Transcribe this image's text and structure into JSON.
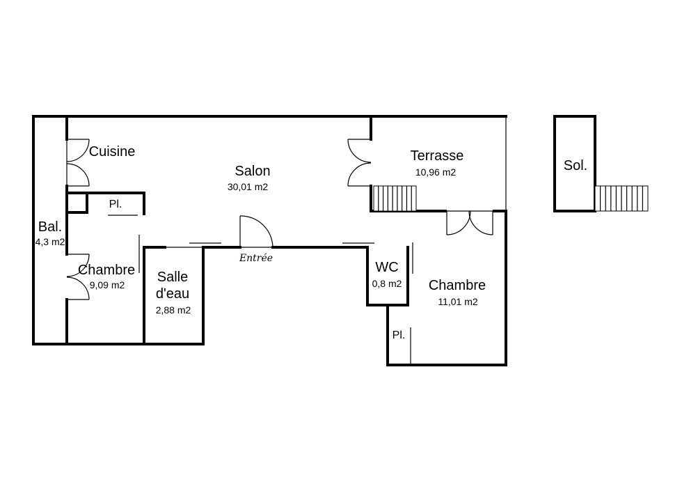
{
  "rooms": {
    "cuisine": {
      "name": "Cuisine"
    },
    "salon": {
      "name": "Salon",
      "area": "30,01 m2"
    },
    "terrasse": {
      "name": "Terrasse",
      "area": "10,96 m2"
    },
    "sol": {
      "name": "Sol."
    },
    "placard_1": {
      "name": "Pl."
    },
    "balcon": {
      "name": "Bal.",
      "area": "4,3 m2"
    },
    "chambre_1": {
      "name": "Chambre",
      "area": "9,09 m2"
    },
    "salle_eau": {
      "name_line1": "Salle",
      "name_line2": "d'eau",
      "area": "2,88 m2"
    },
    "wc": {
      "name": "WC",
      "area": "0,8 m2"
    },
    "chambre_2": {
      "name": "Chambre",
      "area": "11,01 m2"
    },
    "placard_2": {
      "name": "Pl."
    }
  },
  "entrance": {
    "label": "Entrée"
  }
}
